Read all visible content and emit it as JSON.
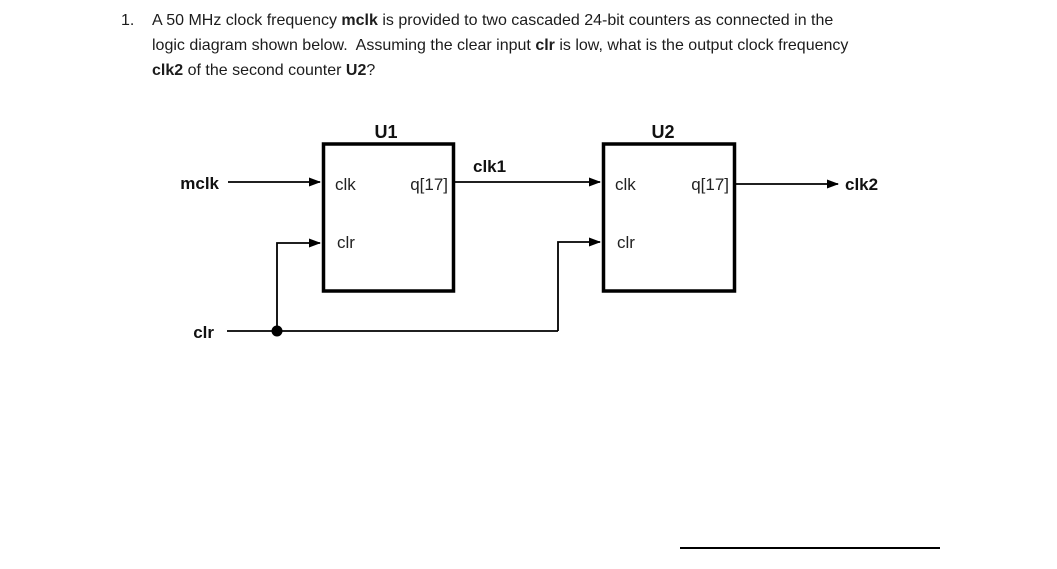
{
  "question": {
    "number": "1.",
    "line1": [
      {
        "text": "A 50 MHz clock frequency "
      },
      {
        "text": "mclk",
        "bold": true
      },
      {
        "text": " is provided to two cascaded 24-bit counters as connected in the"
      }
    ],
    "line2": [
      {
        "text": "logic diagram shown below.  Assuming the clear input "
      },
      {
        "text": "clr",
        "bold": true
      },
      {
        "text": " is low, what is the output clock frequency"
      }
    ],
    "line3": [
      {
        "text": "clk2",
        "bold": true
      },
      {
        "text": " of the second counter "
      },
      {
        "text": "U2",
        "bold": true
      },
      {
        "text": "?"
      }
    ]
  },
  "diagram": {
    "u1": {
      "title": "U1",
      "clk_label": "clk",
      "clr_label": "clr",
      "output_label": "q[17]"
    },
    "u2": {
      "title": "U2",
      "clk_label": "clk",
      "clr_label": "clr",
      "output_label": "q[17]"
    },
    "signals": {
      "mclk": "mclk",
      "clr": "clr",
      "clk1": "clk1",
      "clk2": "clk2"
    },
    "wire_color": "#000000",
    "box_border_color": "#000000"
  }
}
